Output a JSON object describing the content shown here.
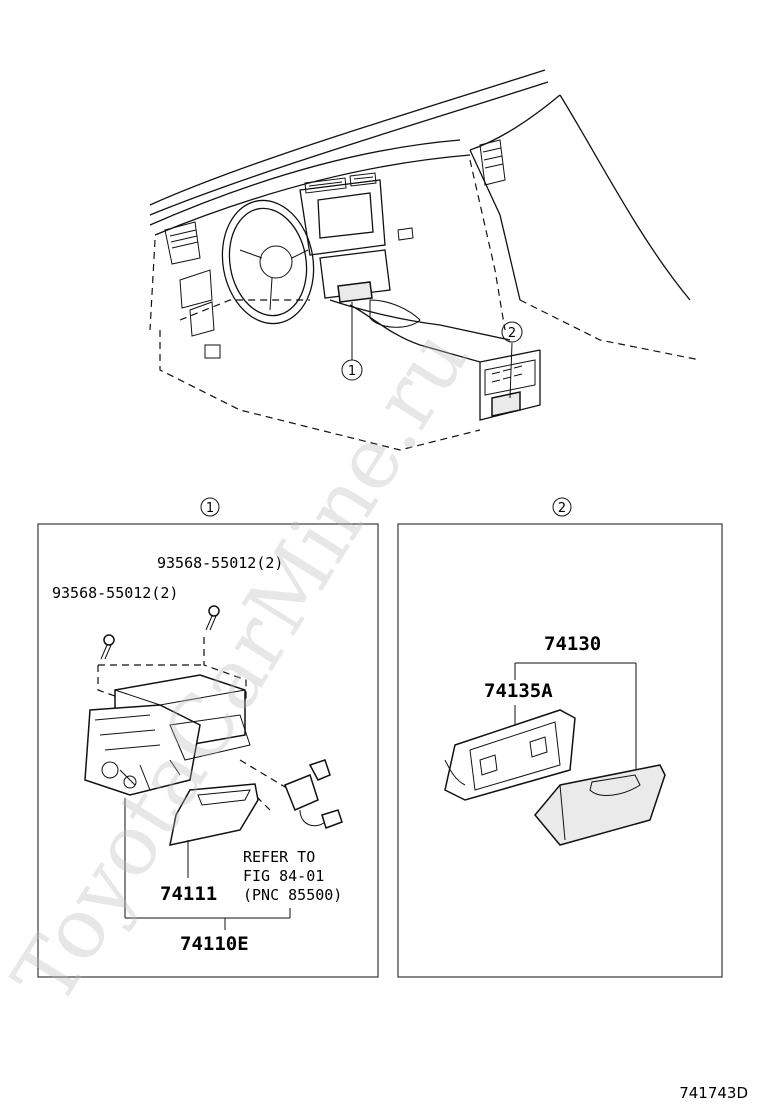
{
  "watermark": "ToyotaCarMine.ru",
  "diagram_code": "741743D",
  "callouts": {
    "one": "1",
    "two": "2"
  },
  "panel1": {
    "header": "1",
    "labels": {
      "bolt_right": "93568-55012(2)",
      "bolt_left": "93568-55012(2)",
      "part_74111": "74111",
      "part_74110e": "74110E",
      "refer_line1": "REFER TO",
      "refer_line2": "FIG 84-01",
      "refer_line3": "(PNC 85500)"
    }
  },
  "panel2": {
    "header": "2",
    "labels": {
      "part_74130": "74130",
      "part_74135a": "74135A"
    }
  }
}
